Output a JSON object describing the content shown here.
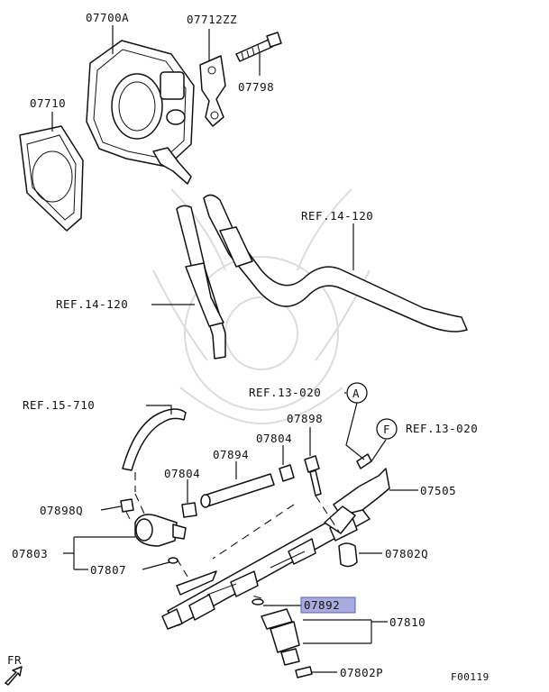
{
  "labels": {
    "p07700A": "07700A",
    "p07712ZZ": "07712ZZ",
    "p07710": "07710",
    "p07798": "07798",
    "ref14_120_a": "REF.14-120",
    "ref14_120_b": "REF.14-120",
    "ref15_710": "REF.15-710",
    "ref13_020_a": "REF.13-020",
    "ref13_020_f": "REF.13-020",
    "callout_a": "A",
    "callout_f": "F",
    "p07898": "07898",
    "p07804_a": "07804",
    "p07804_b": "07804",
    "p07894": "07894",
    "p07505": "07505",
    "p07898Q": "07898Q",
    "p07803": "07803",
    "p07807": "07807",
    "p07802Q": "07802Q",
    "p07892": "07892",
    "p07810": "07810",
    "p07802P": "07802P",
    "fr": "FR",
    "figure_code": "F00119"
  },
  "colors": {
    "highlight": "#a8abe0",
    "line": "#111111",
    "watermark": "#d9d9d9"
  },
  "icons": {
    "front_arrow": "fr-arrow-icon"
  }
}
